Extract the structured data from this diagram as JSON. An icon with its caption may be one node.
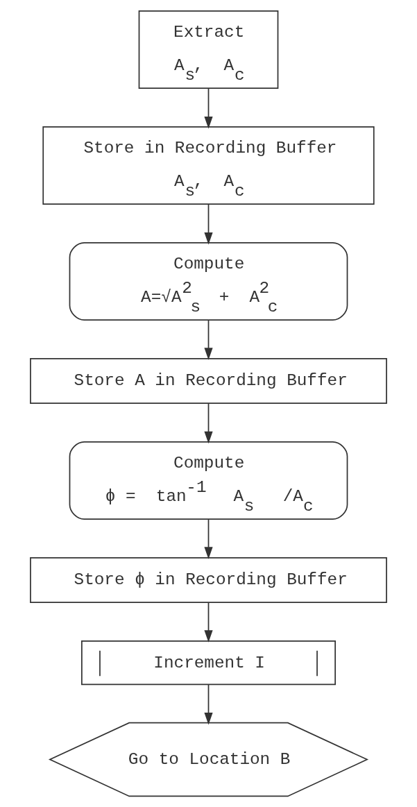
{
  "diagram": {
    "nodes": [
      {
        "text": [
          "Extract",
          "A$_{s}$, A$_{c}$"
        ]
      },
      {
        "text": [
          "Store in Recording Buffer",
          "A$_{s}$, A$_{c}$"
        ]
      },
      {
        "text": [
          "Compute",
          "A=√A$^{2}$$_{s}$ + A$^{2}$$_{c}$"
        ]
      },
      {
        "text": [
          "Store A in Recording Buffer"
        ]
      },
      {
        "text": [
          "Compute",
          "ϕ = tan$^{-1}$ A$_{s}$ /A$_{c}$"
        ]
      },
      {
        "text": [
          "Store ϕ in Recording Buffer"
        ]
      },
      {
        "text": [
          "Increment I"
        ]
      },
      {
        "text": [
          "Go to Location B"
        ]
      }
    ],
    "edges": [
      {
        "from": 0,
        "to": 1,
        "arrow": "to"
      },
      {
        "from": 1,
        "to": 2,
        "arrow": "to"
      },
      {
        "from": 2,
        "to": 3,
        "arrow": "to"
      },
      {
        "from": 3,
        "to": 4,
        "arrow": "to"
      },
      {
        "from": 4,
        "to": 5,
        "arrow": "to"
      },
      {
        "from": 5,
        "to": 6,
        "arrow": "to"
      },
      {
        "from": 6,
        "to": 7,
        "arrow": "to"
      }
    ]
  }
}
